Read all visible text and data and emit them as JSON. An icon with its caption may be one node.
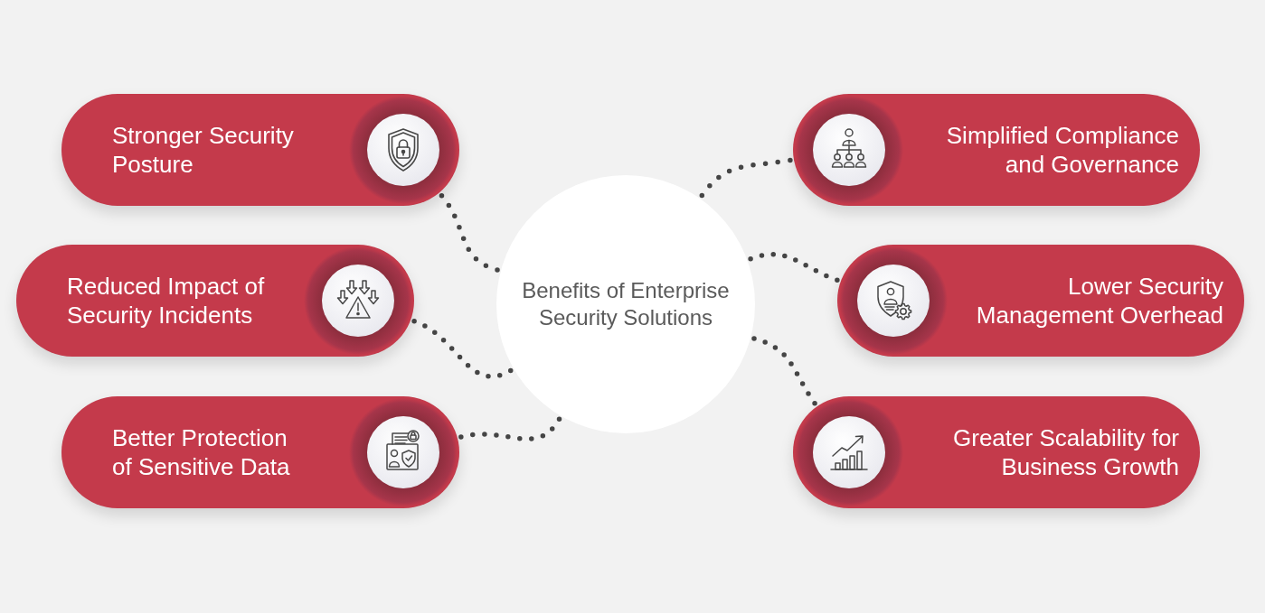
{
  "diagram": {
    "nodes": [
      {
        "text": [
          "Benefits of Enterprise Security Solutions"
        ]
      },
      {
        "text": [
          "Stronger Security Posture"
        ]
      },
      {
        "text": [
          "Reduced Impact of Security Incidents"
        ]
      },
      {
        "text": [
          "Better Protection of Sensitive Data"
        ]
      },
      {
        "text": [
          "Simplified Compliance and Governance"
        ]
      },
      {
        "text": [
          "Lower Security Management Overhead"
        ]
      },
      {
        "text": [
          "Greater Scalability for Business Growth"
        ]
      }
    ],
    "edges": [
      {
        "from": 0,
        "to": 1,
        "arrow": "none"
      },
      {
        "from": 0,
        "to": 2,
        "arrow": "none"
      },
      {
        "from": 0,
        "to": 3,
        "arrow": "none"
      },
      {
        "from": 0,
        "to": 4,
        "arrow": "none"
      },
      {
        "from": 0,
        "to": 5,
        "arrow": "none"
      },
      {
        "from": 0,
        "to": 6,
        "arrow": "none"
      }
    ]
  }
}
